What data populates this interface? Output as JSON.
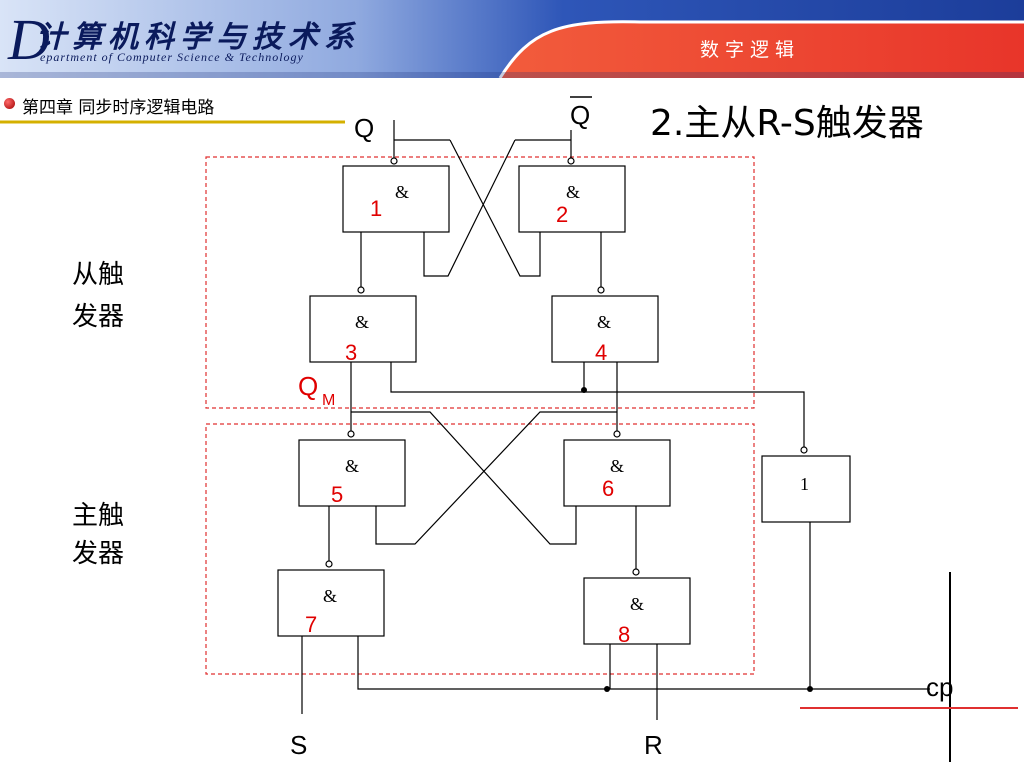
{
  "header": {
    "logo_letter": "D",
    "logo_chinese": "计算机科学与技术系",
    "logo_english": "epartment of Computer Science & Technology",
    "course_title": "数字逻辑"
  },
  "chapter_title": "第四章  同步时序逻辑电路",
  "slide_title": "2.主从R-S触发器",
  "diagram": {
    "slave_label_line1": "从触",
    "slave_label_line2": "发器",
    "master_label_line1": "主触",
    "master_label_line2": "发器",
    "q_label": "Q",
    "qbar_label": "Q",
    "qm_label": "Q",
    "qm_subscript": "M",
    "s_label": "S",
    "r_label": "R",
    "cp_label": "cp",
    "gates": [
      {
        "symbol": "&",
        "number": "1"
      },
      {
        "symbol": "&",
        "number": "2"
      },
      {
        "symbol": "&",
        "number": "3"
      },
      {
        "symbol": "&",
        "number": "4"
      },
      {
        "symbol": "&",
        "number": "5"
      },
      {
        "symbol": "&",
        "number": "6"
      },
      {
        "symbol": "&",
        "number": "7"
      },
      {
        "symbol": "&",
        "number": "8"
      }
    ],
    "not_gate_symbol": "1"
  },
  "colors": {
    "header_blue": "#1f3f8f",
    "header_red": "#e23a2a",
    "gate_number": "#e00000",
    "dashed_box": "#e03030"
  }
}
